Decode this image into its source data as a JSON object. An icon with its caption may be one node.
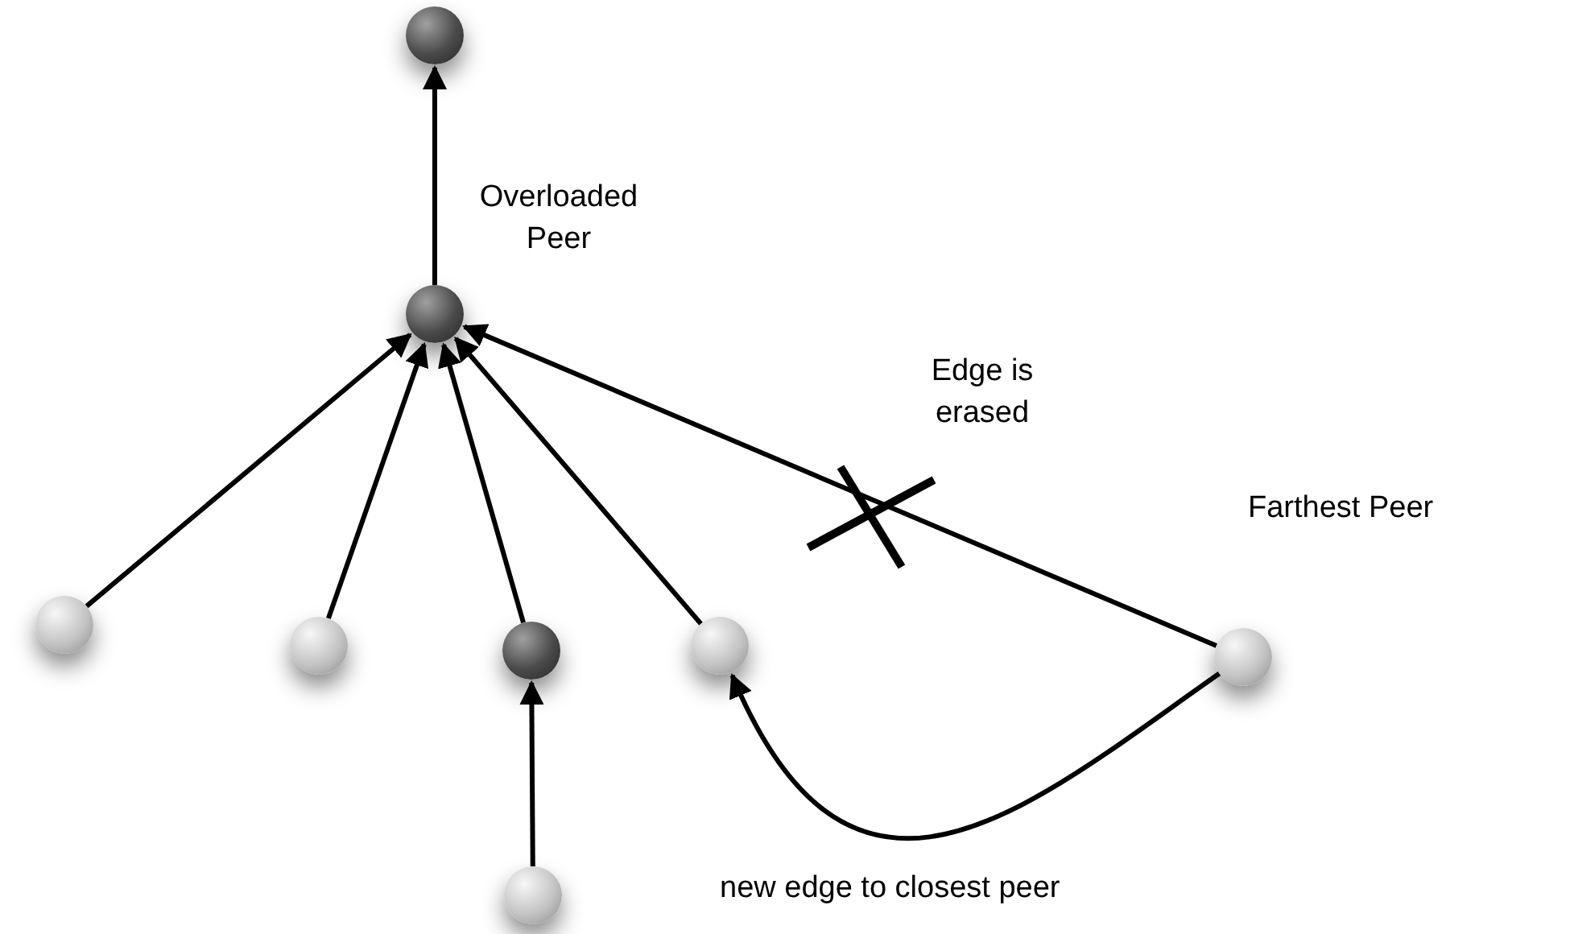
{
  "diagram": {
    "nodes": [
      {
        "text": [],
        "shape": "circle"
      },
      {
        "text": [],
        "shape": "circle",
        "beside": [
          "Overloaded Peer"
        ]
      },
      {
        "text": [],
        "shape": "circle"
      },
      {
        "text": [],
        "shape": "circle"
      },
      {
        "text": [],
        "shape": "circle"
      },
      {
        "text": [],
        "shape": "circle"
      },
      {
        "text": [],
        "shape": "circle",
        "beside": [
          "Farthest Peer"
        ]
      },
      {
        "text": [],
        "shape": "circle"
      }
    ],
    "edges": [
      {
        "from": 1,
        "to": 0,
        "arrow": "to"
      },
      {
        "from": 2,
        "to": 1,
        "arrow": "to"
      },
      {
        "from": 3,
        "to": 1,
        "arrow": "to"
      },
      {
        "from": 4,
        "to": 1,
        "arrow": "to"
      },
      {
        "from": 5,
        "to": 1,
        "arrow": "to"
      },
      {
        "from": 6,
        "to": 1,
        "arrow": "to",
        "label": "Edge is erased"
      },
      {
        "from": 7,
        "to": 4,
        "arrow": "to"
      },
      {
        "from": 6,
        "to": 5,
        "arrow": "to",
        "label": "new edge to closest peer"
      }
    ]
  }
}
